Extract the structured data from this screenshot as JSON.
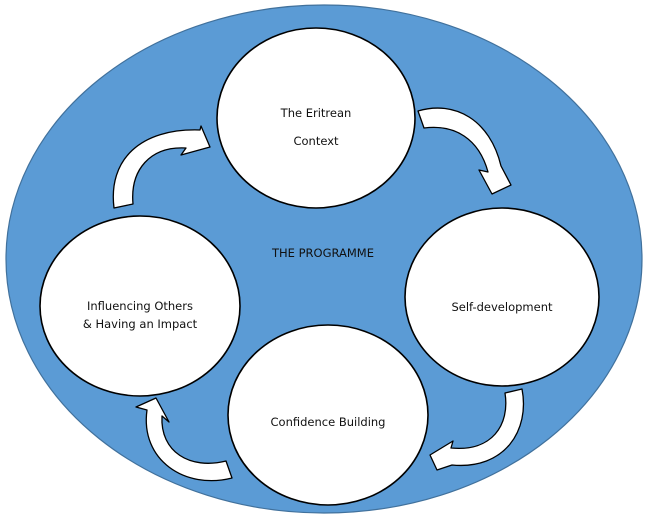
{
  "diagram": {
    "type": "cycle",
    "colors": {
      "outer_fill": "#5b9bd5",
      "outer_stroke": "#41719c",
      "node_fill": "#ffffff",
      "node_stroke": "#000000",
      "arrow_fill": "#ffffff",
      "arrow_stroke": "#000000",
      "text": "#111111"
    },
    "center_label": "THE PROGRAMME",
    "nodes": [
      {
        "id": "eritrean-context",
        "lines": [
          "The Eritrean",
          "Context"
        ]
      },
      {
        "id": "self-development",
        "lines": [
          "Self-development"
        ]
      },
      {
        "id": "confidence-building",
        "lines": [
          "Confidence Building"
        ]
      },
      {
        "id": "influencing-others",
        "lines": [
          "Influencing Others",
          "& Having an Impact"
        ]
      }
    ],
    "flow": [
      {
        "from": "eritrean-context",
        "to": "self-development"
      },
      {
        "from": "self-development",
        "to": "confidence-building"
      },
      {
        "from": "confidence-building",
        "to": "influencing-others"
      },
      {
        "from": "influencing-others",
        "to": "eritrean-context"
      }
    ]
  }
}
